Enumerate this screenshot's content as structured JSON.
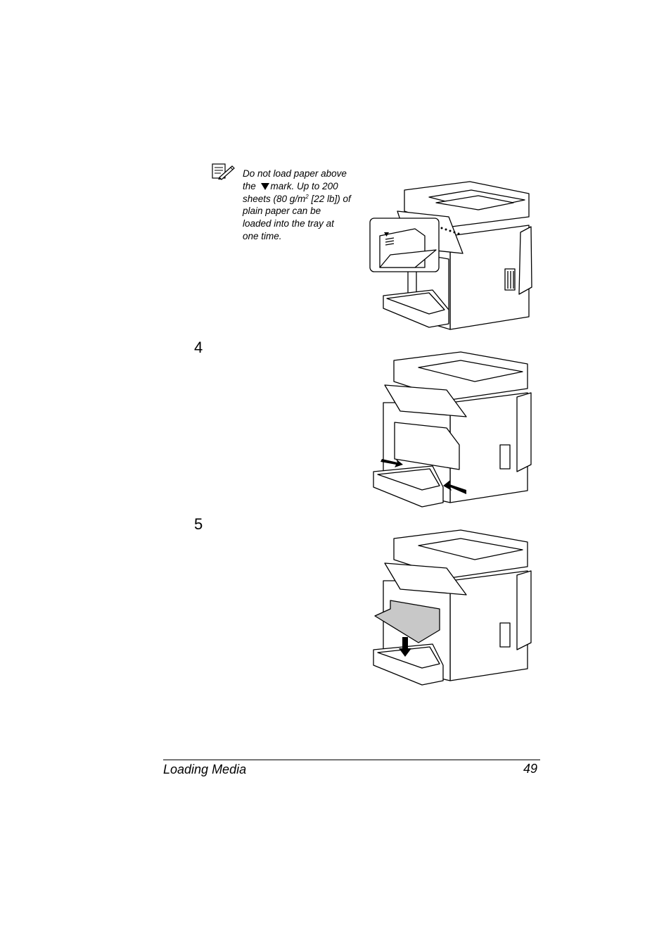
{
  "note": {
    "icon": "note-pencil-icon",
    "line1": "Do not load paper above",
    "line2_pre": "the",
    "line2_post": "mark. Up to 200",
    "line3_pre": "sheets (80 g/m",
    "line3_sup": "2",
    "line3_post": " [22 lb]) of",
    "line4": "plain paper can be",
    "line5": "loaded into the tray at",
    "line6": "one time."
  },
  "steps": [
    {
      "number": "4"
    },
    {
      "number": "5"
    }
  ],
  "footer": {
    "title": "Loading Media",
    "page": "49"
  }
}
